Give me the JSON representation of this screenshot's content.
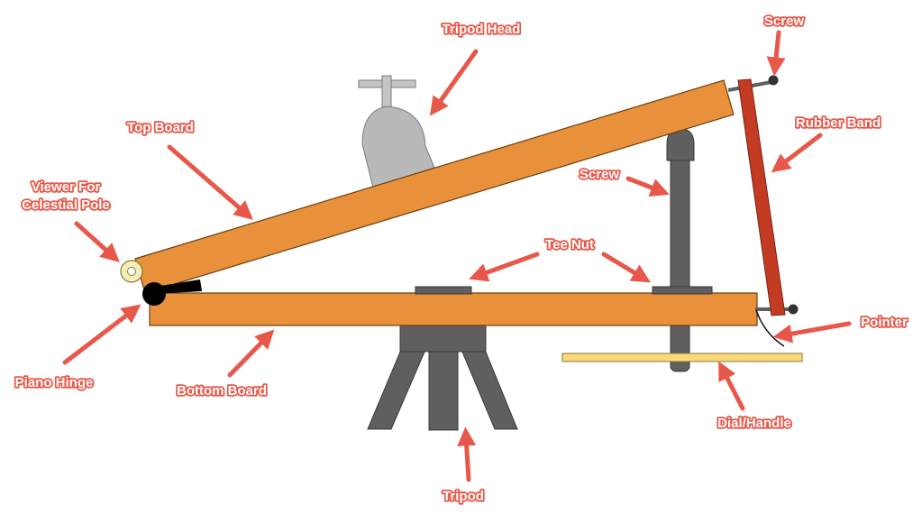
{
  "labels": {
    "tripod_head": "Tripod Head",
    "screw_top": "Screw",
    "top_board": "Top Board",
    "rubber_band": "Rubber Band",
    "viewer_line1": "Viewer For",
    "viewer_line2": "Celestial Pole",
    "screw_mid": "Screw",
    "tee_nut": "Tee Nut",
    "pointer": "Pointer",
    "piano_hinge": "Piano Hinge",
    "bottom_board": "Bottom Board",
    "dial_handle": "Dial/Handle",
    "tripod": "Tripod"
  },
  "colors": {
    "board": "#e8913a",
    "board_edge": "#6b3e12",
    "metal": "#5f5f5f",
    "head": "#b9b9b9",
    "rubber_band": "#c23b22",
    "dial": "#f9d97a",
    "hinge": "#000000",
    "viewer": "#f6eeb8",
    "label_outline": "#e8584a",
    "label_text": "#ffffff"
  }
}
